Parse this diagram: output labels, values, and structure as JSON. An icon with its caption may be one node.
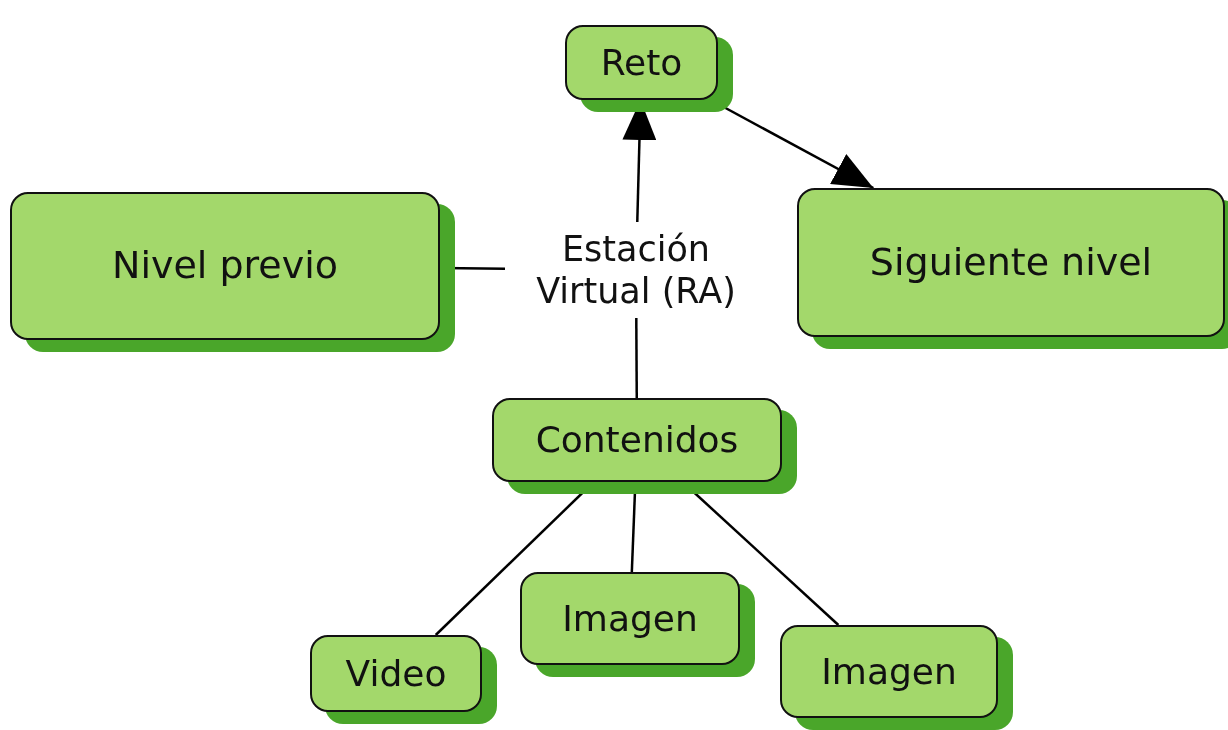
{
  "diagram": {
    "nodes": [
      {
        "text": [
          "Reto"
        ]
      },
      {
        "text": [
          "Nivel previo"
        ]
      },
      {
        "text": [
          "Estación Virtual (RA)"
        ]
      },
      {
        "text": [
          "Siguiente nivel"
        ]
      },
      {
        "text": [
          "Contenidos"
        ]
      },
      {
        "text": [
          "Video"
        ]
      },
      {
        "text": [
          "Imagen"
        ]
      },
      {
        "text": [
          "Imagen"
        ]
      }
    ],
    "edges": [
      {
        "from": 2,
        "to": 0,
        "arrow": "to"
      },
      {
        "from": 0,
        "to": 3,
        "arrow": "to"
      },
      {
        "from": 1,
        "to": 2,
        "arrow": "none"
      },
      {
        "from": 4,
        "to": 2,
        "arrow": "none"
      },
      {
        "from": 4,
        "to": 5,
        "arrow": "none"
      },
      {
        "from": 4,
        "to": 6,
        "arrow": "none"
      },
      {
        "from": 4,
        "to": 7,
        "arrow": "none"
      }
    ]
  }
}
